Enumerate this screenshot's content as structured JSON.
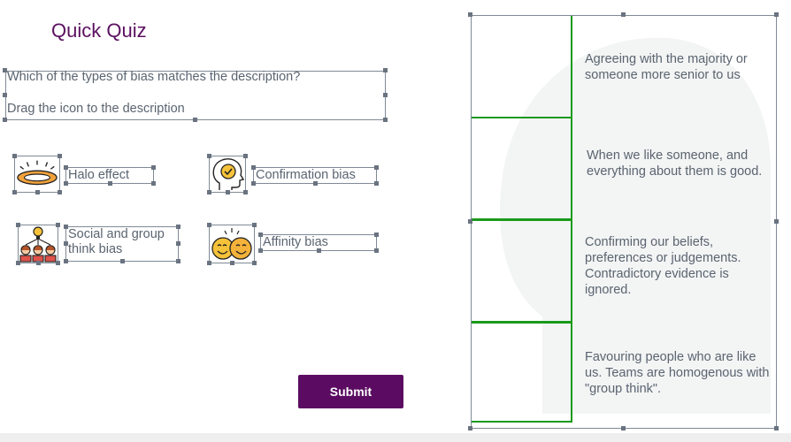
{
  "title": "Quick Quiz",
  "question": {
    "line1": "Which of the types of bias matches the description?",
    "line2": "Drag the icon to the description"
  },
  "items": [
    {
      "label": "Halo effect",
      "icon": "halo-icon"
    },
    {
      "label": "Confirmation bias",
      "icon": "head-check-icon"
    },
    {
      "label": "Social and group think bias",
      "icon": "group-people-icon"
    },
    {
      "label": "Affinity bias",
      "icon": "smiling-faces-icon"
    }
  ],
  "submit_label": "Submit",
  "descriptions": [
    "Agreeing with the majority or someone more senior to us",
    "When we like someone, and everything about them is good.",
    "Confirming our beliefs, preferences or judgements. Contradictory evidence is ignored.",
    "Favouring people who are like us. Teams are homogenous with \"group think\"."
  ],
  "colors": {
    "title": "#5b1060",
    "submit_bg": "#5b0c62",
    "drop_border": "#1a9a1a",
    "text": "#5a6470"
  }
}
